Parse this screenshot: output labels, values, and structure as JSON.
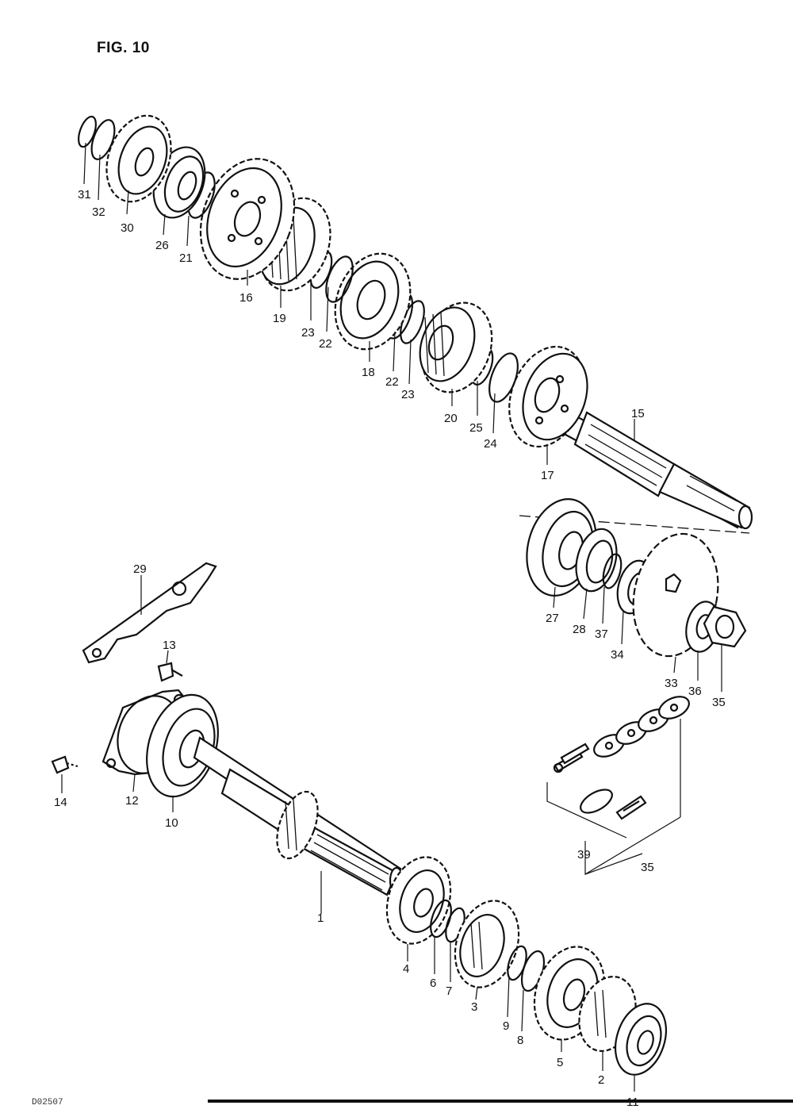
{
  "figure": {
    "title": "FIG. 10",
    "footer_code": "D02507"
  },
  "part_labels": {
    "p1": "1",
    "p2": "2",
    "p3": "3",
    "p4": "4",
    "p5": "5",
    "p6": "6",
    "p7": "7",
    "p8": "8",
    "p9": "9",
    "p10": "10",
    "p11": "11",
    "p12": "12",
    "p13": "13",
    "p14": "14",
    "p15": "15",
    "p16": "16",
    "p17": "17",
    "p18": "18",
    "p19": "19",
    "p20": "20",
    "p21": "21",
    "p22a": "22",
    "p22b": "22",
    "p23a": "23",
    "p23b": "23",
    "p24": "24",
    "p25": "25",
    "p26": "26",
    "p27": "27",
    "p28": "28",
    "p29": "29",
    "p30": "30",
    "p31": "31",
    "p32": "32",
    "p33": "33",
    "p34": "34",
    "p35": "35",
    "p35b": "35",
    "p36": "36",
    "p37": "37",
    "p39": "39"
  }
}
